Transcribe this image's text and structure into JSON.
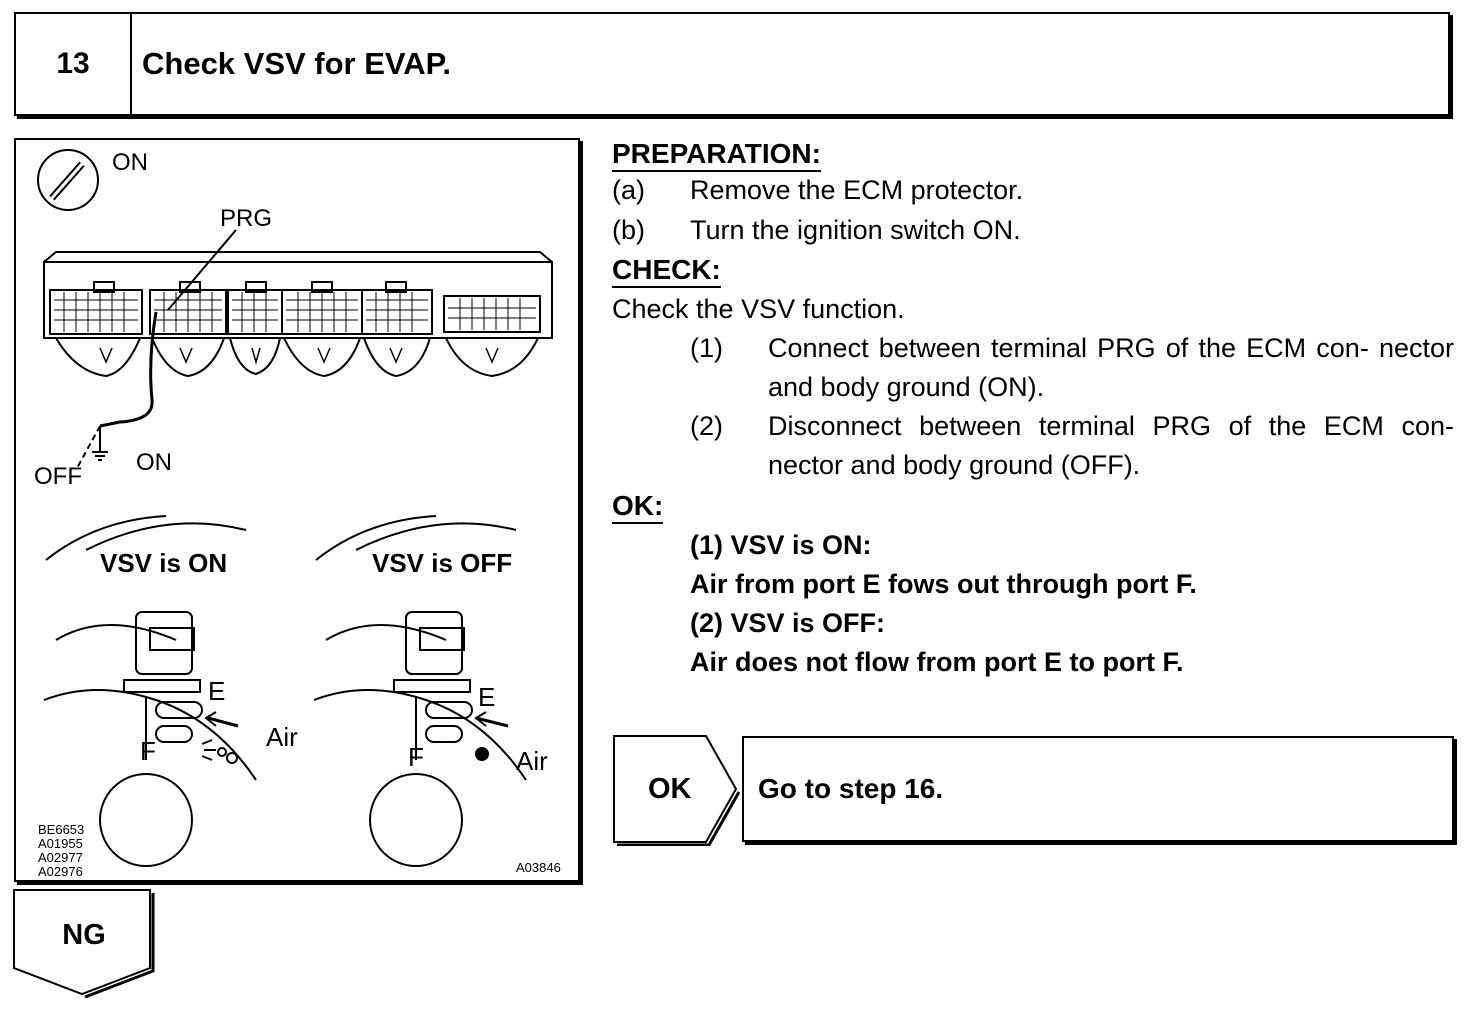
{
  "step": {
    "number": "13",
    "title": "Check VSV for EVAP."
  },
  "figure": {
    "ignition_label": "ON",
    "terminal_label": "PRG",
    "switch_off_label": "OFF",
    "switch_on_label": "ON",
    "vsv_on_title": "VSV is ON",
    "vsv_off_title": "VSV is OFF",
    "port_e_left": "E",
    "port_f_left": "F",
    "air_left": "Air",
    "port_e_right": "E",
    "port_f_right": "F",
    "air_right": "Air",
    "codes": [
      "BE6653",
      "A01955",
      "A02977",
      "A02976"
    ],
    "figure_code": "A03846"
  },
  "preparation": {
    "heading": "PREPARATION:",
    "items": [
      {
        "marker": "(a)",
        "text": "Remove the ECM protector."
      },
      {
        "marker": "(b)",
        "text": "Turn the ignition switch ON."
      }
    ]
  },
  "check": {
    "heading": "CHECK:",
    "intro": "Check the VSV function.",
    "items": [
      {
        "marker": "(1)",
        "text": "Connect between terminal PRG of the ECM con- nector and body ground (ON)."
      },
      {
        "marker": "(2)",
        "text": "Disconnect between terminal PRG of the ECM con- nector and body ground (OFF)."
      }
    ]
  },
  "ok": {
    "heading": "OK:",
    "lines": [
      "(1)  VSV is ON:",
      "Air from port E fows out through port F.",
      "(2)  VSV is OFF:",
      "Air does not flow from port E to port F."
    ]
  },
  "results": {
    "ok_label": "OK",
    "ok_action": "Go to step 16.",
    "ng_label": "NG"
  }
}
